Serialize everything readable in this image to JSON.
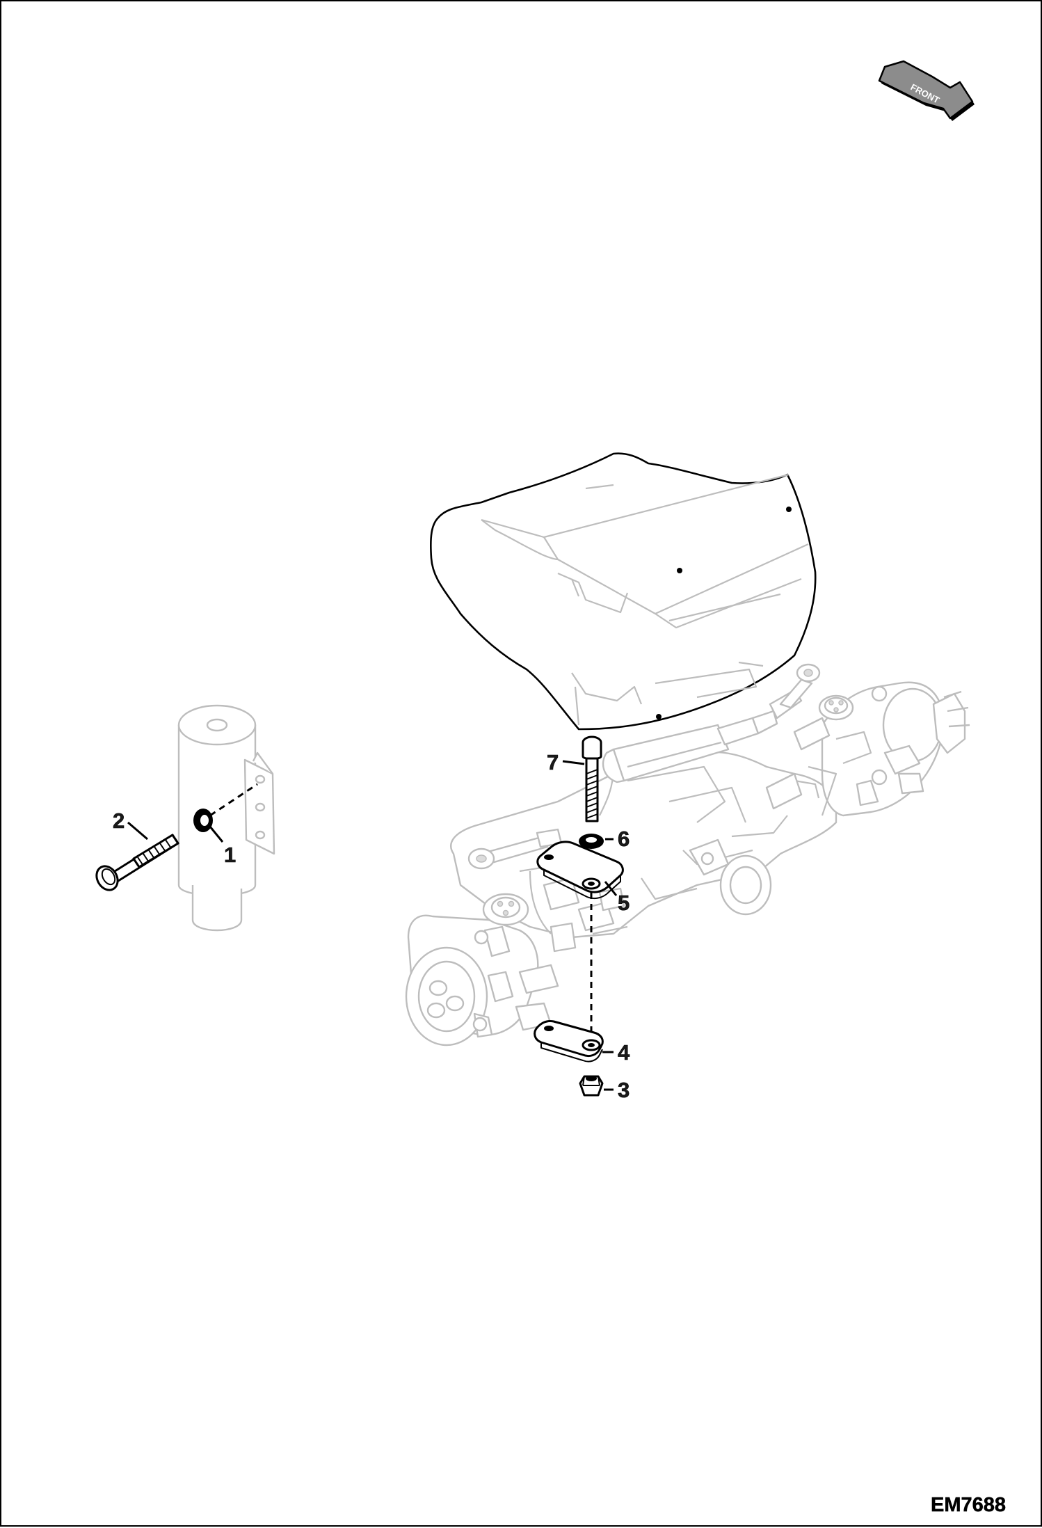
{
  "drawing": {
    "number": "EM7688",
    "direction_label": "FRONT",
    "callouts": [
      {
        "id": "1",
        "label": "1"
      },
      {
        "id": "2",
        "label": "2"
      },
      {
        "id": "3",
        "label": "3"
      },
      {
        "id": "4",
        "label": "4"
      },
      {
        "id": "5",
        "label": "5"
      },
      {
        "id": "6",
        "label": "6"
      },
      {
        "id": "7",
        "label": "7"
      }
    ]
  },
  "colors": {
    "line": "#000000",
    "ghost_line": "#bdbdbd",
    "arrow_fill": "#8c8c8c",
    "background": "#ffffff"
  },
  "icons": [
    "front-direction-arrow-icon"
  ]
}
